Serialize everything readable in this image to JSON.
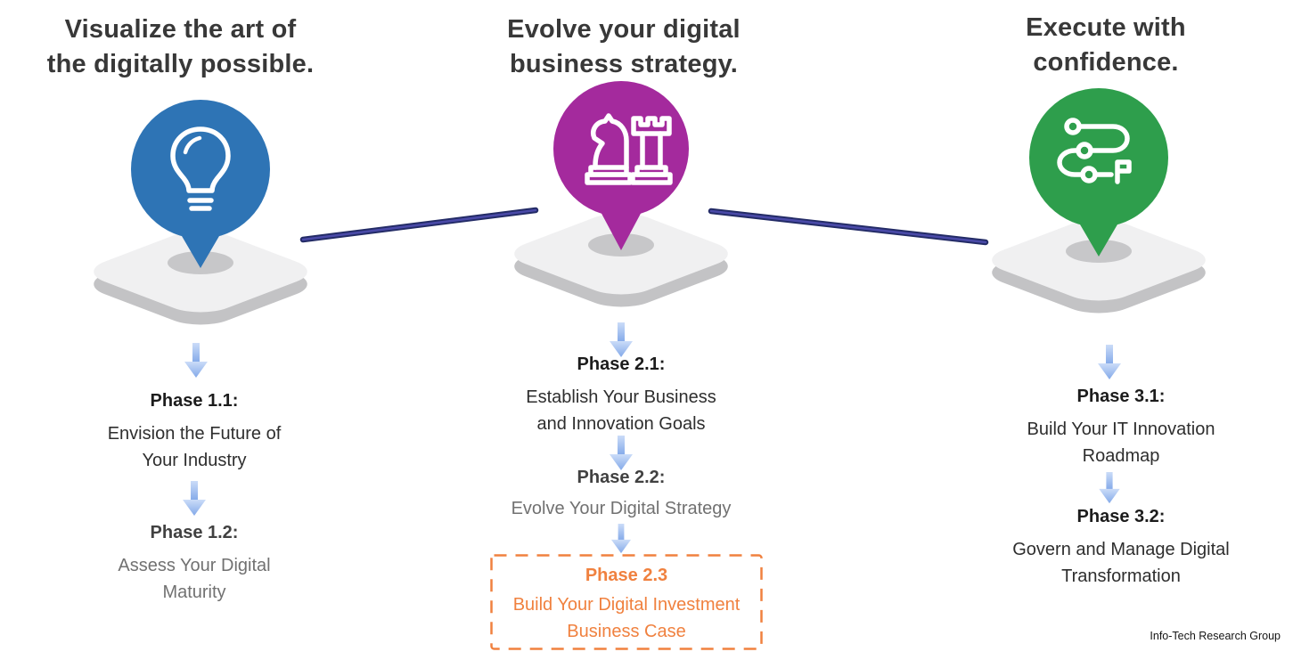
{
  "columns": [
    {
      "heading": "Visualize the art of\nthe digitally possible.",
      "icon": "lightbulb-icon",
      "pin_color_name": "pin_blue",
      "phases": [
        {
          "title": "Phase 1.1:",
          "description": "Envision the Future of\nYour Industry",
          "muted": false,
          "boxed": false
        },
        {
          "title": "Phase 1.2:",
          "description": "Assess Your Digital\nMaturity",
          "muted": true,
          "boxed": false
        }
      ]
    },
    {
      "heading": "Evolve your digital\nbusiness strategy.",
      "icon": "chess-strategy-icon",
      "pin_color_name": "pin_magenta",
      "phases": [
        {
          "title": "Phase 2.1:",
          "description": "Establish Your Business\nand Innovation Goals",
          "muted": false,
          "boxed": false
        },
        {
          "title": "Phase 2.2:",
          "description": "Evolve Your Digital Strategy",
          "muted": true,
          "boxed": false
        },
        {
          "title": "Phase 2.3",
          "description": "Build Your Digital Investment\nBusiness Case",
          "muted": false,
          "boxed": true
        }
      ]
    },
    {
      "heading": "Execute with\nconfidence.",
      "icon": "roadmap-flag-icon",
      "pin_color_name": "pin_green",
      "phases": [
        {
          "title": "Phase 3.1:",
          "description": "Build Your IT Innovation\nRoadmap",
          "muted": false,
          "boxed": false
        },
        {
          "title": "Phase 3.2:",
          "description": "Govern and Manage Digital\nTransformation",
          "muted": false,
          "boxed": false
        }
      ]
    }
  ],
  "footer": {
    "credit": "Info-Tech Research Group"
  },
  "colors": {
    "pin_blue": "#2E74B5",
    "pin_magenta": "#A42A9D",
    "pin_green": "#2E9E4C",
    "platform_top": "#F0F0F1",
    "platform_side": "#C3C3C5",
    "shadow_gray": "#C7C7C9",
    "connector_outer": "#232B66",
    "connector_core": "#4A4AA8",
    "arrow_light": "#CBDCF8",
    "arrow_dark": "#83A9E9",
    "highlight_orange": "#F0813F",
    "heading_color": "#383838",
    "phase_dark_title": "#1C1C1C",
    "phase_dark_text": "#2E2E2E",
    "phase_muted_title": "#414141",
    "phase_muted_text": "#717171"
  }
}
